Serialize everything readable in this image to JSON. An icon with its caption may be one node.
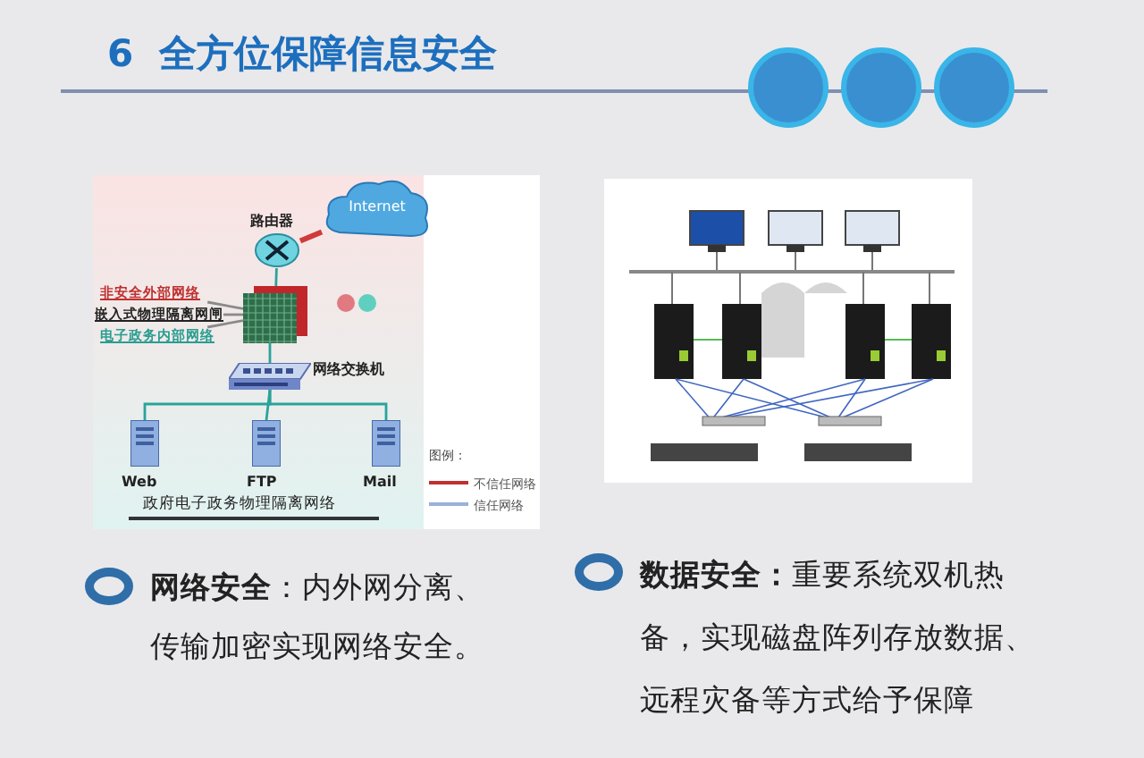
{
  "diagram": {
    "title": "6  全方位保障信息安全",
    "nodes": [
      {
        "text": [],
        "shape": "picture",
        "beside": [
          "路由器"
        ]
      },
      {
        "text": [
          "Internet"
        ]
      },
      {
        "text": [],
        "shape": "picture"
      },
      {
        "text": [
          "非安全外部网络"
        ]
      },
      {
        "text": [
          "嵌入式物理隔离网闸"
        ]
      },
      {
        "text": [
          "电子政务内部网络"
        ]
      },
      {
        "text": [],
        "shape": "picture",
        "beside": [
          "网络交换机"
        ]
      },
      {
        "text": [],
        "shape": "picture",
        "beside": [
          "Web"
        ]
      },
      {
        "text": [],
        "shape": "picture",
        "beside": [
          "FTP"
        ]
      },
      {
        "text": [],
        "shape": "picture",
        "beside": [
          "Mail"
        ]
      }
    ],
    "edges": [
      {
        "from": 1,
        "to": 0,
        "arrow": "none",
        "style": "thick",
        "color": "#d03a3a"
      },
      {
        "from": 0,
        "to": 2,
        "arrow": "none"
      },
      {
        "from": 2,
        "to": 6,
        "arrow": "none"
      },
      {
        "from": 6,
        "to": 7,
        "arrow": "none"
      },
      {
        "from": 6,
        "to": 8,
        "arrow": "none"
      },
      {
        "from": 6,
        "to": 9,
        "arrow": "none"
      },
      {
        "from": 3,
        "to": 2,
        "arrow": "none",
        "color": "#8a8a8a"
      },
      {
        "from": 4,
        "to": 2,
        "arrow": "none",
        "color": "#8a8a8a"
      },
      {
        "from": 5,
        "to": 2,
        "arrow": "none",
        "color": "#8a8a8a"
      }
    ],
    "labels": [
      "政府电子政务物理隔离网络",
      "图例：",
      "**网络安全**：内外网分离、传输加密实现网络安全。",
      "**数据安全：**重要系统双机热备，实现磁盘阵列存放数据、远程灾备等方式给予保障"
    ],
    "legend": [
      {
        "text": "不信任网络"
      },
      {
        "text": "信任网络"
      }
    ]
  }
}
